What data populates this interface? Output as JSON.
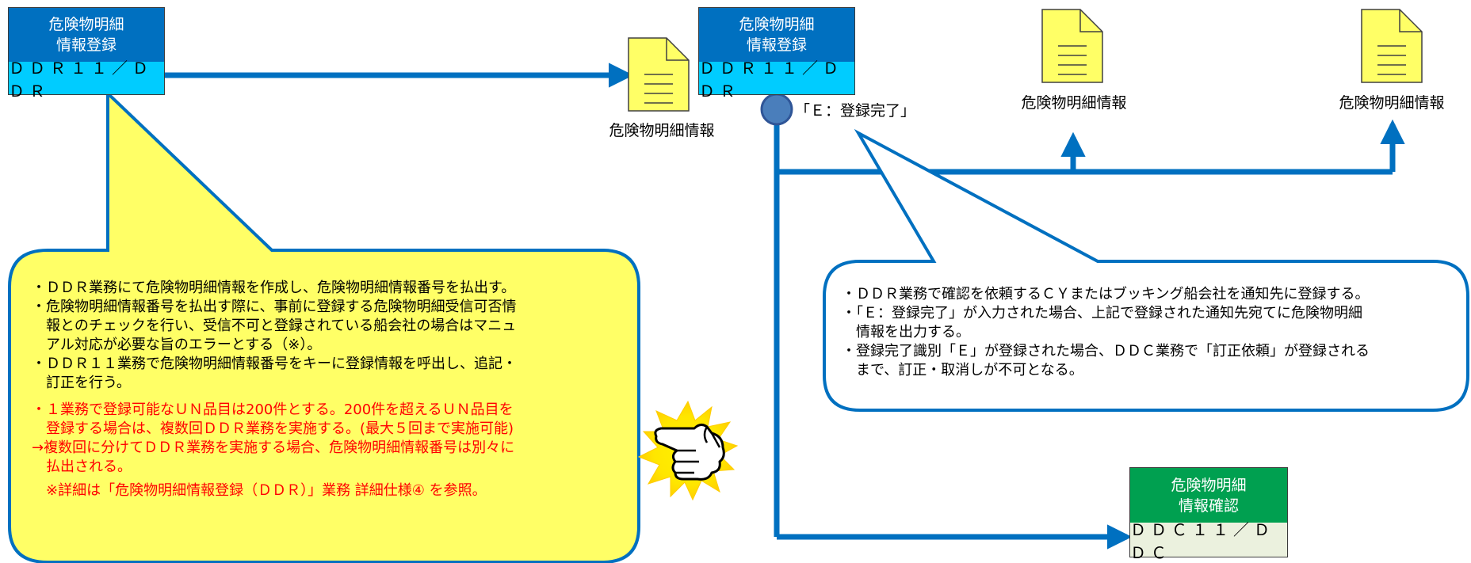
{
  "box_ddr_left": {
    "line1": "危険物明細",
    "line2": "情報登録",
    "code": "ＤＤＲ１１／ＤＤＲ"
  },
  "box_ddr_right": {
    "line1": "危険物明細",
    "line2": "情報登録",
    "code": "ＤＤＲ１１／ＤＤＲ"
  },
  "box_ddc": {
    "line1": "危険物明細",
    "line2": "情報確認",
    "code": "ＤＤＣ１１／ＤＤＣ"
  },
  "documents": [
    {
      "label": "危険物明細情報"
    },
    {
      "label": "危険物明細情報"
    },
    {
      "label": "危険物明細情報"
    }
  ],
  "status_label": "「Ｅ：登録完了」",
  "left_bubble": {
    "lines": [
      "・ＤＤＲ業務にて危険物明細情報を作成し、危険物明細情報番号を払出す。",
      "・危険物明細情報番号を払出す際に、事前に登録する危険物明細受信可否情",
      "　報とのチェックを行い、受信不可と登録されている船会社の場合はマニュ",
      "　アル対応が必要な旨のエラーとする（※）。",
      "・ＤＤＲ１１業務で危険物明細情報番号をキーに登録情報を呼出し、追記・",
      "　訂正を行う。"
    ],
    "red_lines": [
      "・１業務で登録可能なＵＮ品目は200件とする。200件を超えるＵＮ品目を",
      "　登録する場合は、複数回ＤＤＲ業務を実施する。(最大５回まで実施可能)",
      "→複数回に分けてＤＤＲ業務を実施する場合、危険物明細情報番号は別々に",
      "　払出される。",
      "　※詳細は「危険物明細情報登録（ＤＤＲ）」業務 詳細仕様④ を参照。"
    ]
  },
  "right_bubble": {
    "lines": [
      "・ＤＤＲ業務で確認を依頼するＣＹまたはブッキング船会社を通知先に登録する。",
      "・「Ｅ：登録完了」が入力された場合、上記で登録された通知先宛てに危険物明細",
      "　情報を出力する。",
      "・登録完了識別「Ｅ」が登録された場合、ＤＤＣ業務で「訂正依頼」が登録される",
      "　まで、訂正・取消しが不可となる。"
    ]
  },
  "colors": {
    "box_blue": "#0070c0",
    "code_cyan": "#00ccff",
    "box_green": "#00a050",
    "code_green_pale": "#ebf1de",
    "arrow_blue": "#0070c0",
    "bubble_fill": "#ffff66",
    "bubble_stroke": "#0070c0",
    "doc_fill": "#ffff66",
    "red_text": "#ff0000"
  },
  "icons": [
    "document-icon",
    "pointing-hand-icon",
    "status-dot-icon"
  ]
}
